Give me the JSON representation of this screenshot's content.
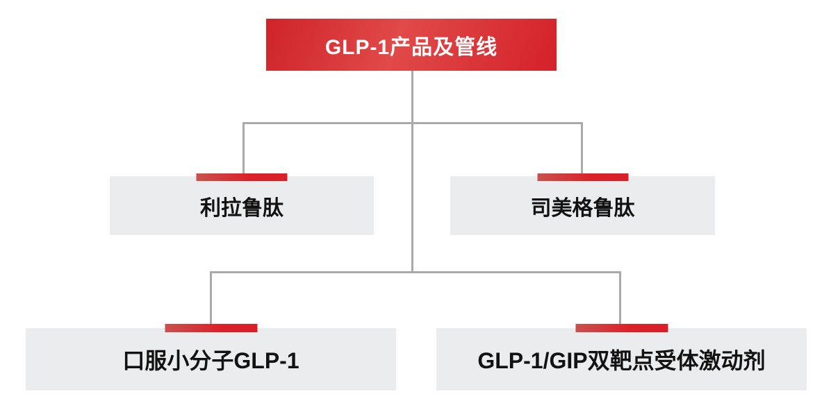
{
  "root": {
    "label": "GLP-1产品及管线"
  },
  "children": [
    {
      "id": "liraglutide",
      "label": "利拉鲁肽"
    },
    {
      "id": "semaglutide",
      "label": "司美格鲁肽"
    },
    {
      "id": "oral-small-molecule-glp1",
      "label": "口服小分子GLP-1"
    },
    {
      "id": "glp1-gip-dual-receptor-agonist",
      "label": "GLP-1/GIP双靶点受体激动剂"
    }
  ],
  "colors": {
    "accent_red": "#d6232a",
    "accent_red_light": "#e05654",
    "node_bg_gray": "#ebecee",
    "connector_gray": "#a9a9a9",
    "text_dark": "#121212",
    "text_light": "#ffffff"
  }
}
